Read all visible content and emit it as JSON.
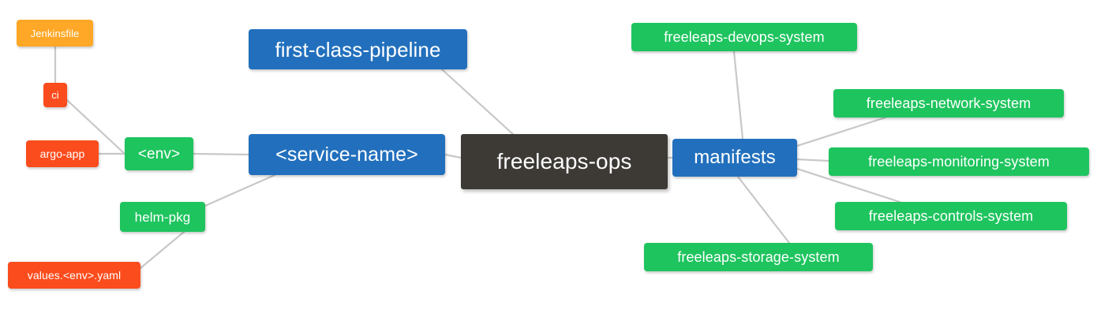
{
  "diagram": {
    "title": "freeleaps-ops repository mindmap",
    "type": "mindmap",
    "background": "#ffffff",
    "edge_color": "#c8c8c8",
    "palette": {
      "root_dark": "#3d3a36",
      "blue": "#2270bd",
      "green": "#1ec45e",
      "orange": "#ffa726",
      "red": "#fb4c1d"
    },
    "nodes": [
      {
        "id": "jenkinsfile",
        "label": "Jenkinsfile",
        "color": "#ffa726"
      },
      {
        "id": "ci",
        "label": "ci",
        "color": "#fb4c1d"
      },
      {
        "id": "argo_app",
        "label": "argo-app",
        "color": "#fb4c1d"
      },
      {
        "id": "values_yaml",
        "label": "values.<env>.yaml",
        "color": "#fb4c1d"
      },
      {
        "id": "helm_pkg",
        "label": "helm-pkg",
        "color": "#1ec45e"
      },
      {
        "id": "env",
        "label": "<env>",
        "color": "#1ec45e"
      },
      {
        "id": "pipeline",
        "label": "first-class-pipeline",
        "color": "#2270bd"
      },
      {
        "id": "service",
        "label": "<service-name>",
        "color": "#2270bd"
      },
      {
        "id": "root",
        "label": "freeleaps-ops",
        "color": "#3d3a36"
      },
      {
        "id": "manifests",
        "label": "manifests",
        "color": "#2270bd"
      },
      {
        "id": "devops",
        "label": "freeleaps-devops-system",
        "color": "#1ec45e"
      },
      {
        "id": "network",
        "label": "freeleaps-network-system",
        "color": "#1ec45e"
      },
      {
        "id": "monitoring",
        "label": "freeleaps-monitoring-system",
        "color": "#1ec45e"
      },
      {
        "id": "controls",
        "label": "freeleaps-controls-system",
        "color": "#1ec45e"
      },
      {
        "id": "storage",
        "label": "freeleaps-storage-system",
        "color": "#1ec45e"
      }
    ],
    "edges": [
      {
        "from": "root",
        "to": "service"
      },
      {
        "from": "root",
        "to": "pipeline"
      },
      {
        "from": "root",
        "to": "manifests"
      },
      {
        "from": "service",
        "to": "env"
      },
      {
        "from": "service",
        "to": "helm_pkg"
      },
      {
        "from": "env",
        "to": "argo_app"
      },
      {
        "from": "env",
        "to": "ci"
      },
      {
        "from": "ci",
        "to": "jenkinsfile"
      },
      {
        "from": "helm_pkg",
        "to": "values_yaml"
      },
      {
        "from": "manifests",
        "to": "devops"
      },
      {
        "from": "manifests",
        "to": "network"
      },
      {
        "from": "manifests",
        "to": "monitoring"
      },
      {
        "from": "manifests",
        "to": "controls"
      },
      {
        "from": "manifests",
        "to": "storage"
      }
    ]
  }
}
